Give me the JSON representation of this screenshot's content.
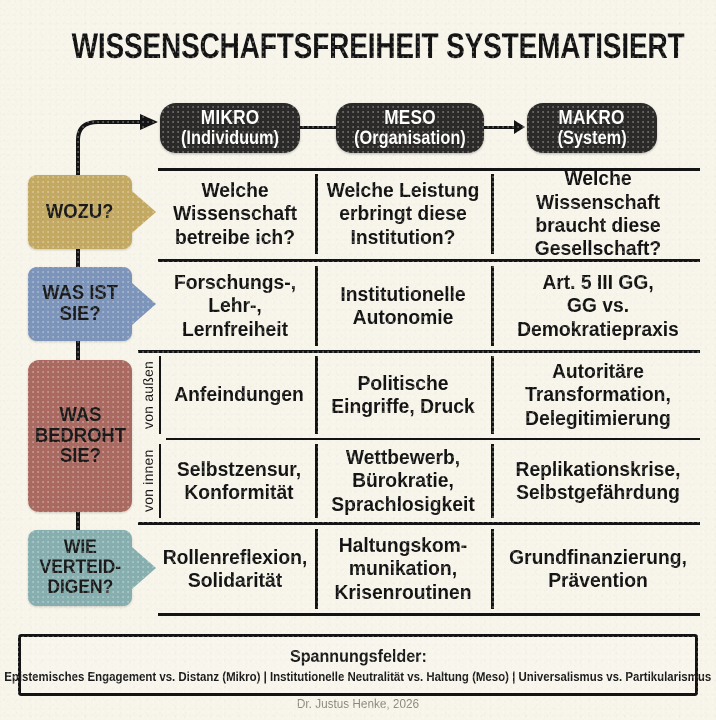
{
  "title": "WISSENSCHAFTSFREIHEIT SYSTEMATISIERT",
  "columns": [
    {
      "id": "mikro",
      "line1": "MIKRO",
      "line2": "(Individuum)"
    },
    {
      "id": "meso",
      "line1": "MESO",
      "line2": "(Organisation)"
    },
    {
      "id": "makro",
      "line1": "MAKRO",
      "line2": "(System)"
    }
  ],
  "rows": [
    {
      "id": "wozu",
      "label": "WOZU?",
      "color": "#c4a963",
      "shape": "arrow",
      "cells": [
        "Welche\nWissenschaft\nbetreibe ich?",
        "Welche Leistung\nerbringt diese\nInstitution?",
        "Welche Wissenschaft\nbraucht diese\nGesellschaft?"
      ]
    },
    {
      "id": "was-ist-sie",
      "label": "WAS IST\nSIE?",
      "color": "#7d95ba",
      "shape": "arrow",
      "cells": [
        "Forschungs-,\nLehr-,\nLernfreiheit",
        "Institutionelle\nAutonomie",
        "Art. 5 III GG,\nGG vs.\nDemokratiepraxis"
      ]
    },
    {
      "id": "was-bedroht-sie",
      "label": "WAS\nBEDROHT\nSIE?",
      "color": "#aa6a61",
      "shape": "block",
      "subrows": [
        {
          "id": "von-aussen",
          "label": "von außen",
          "cells": [
            "Anfeindungen",
            "Politische\nEingriffe, Druck",
            "Autoritäre\nTransformation,\nDelegitimierung"
          ]
        },
        {
          "id": "von-innen",
          "label": "von innen",
          "cells": [
            "Selbstzensur,\nKonformität",
            "Wettbewerb,\nBürokratie,\nSprachlosigkeit",
            "Replikationskrise,\nSelbstgefährdung"
          ]
        }
      ]
    },
    {
      "id": "wie-verteidigen",
      "label": "WIE\nVERTEID-\nDIGEN?",
      "color": "#87afaf",
      "shape": "arrow",
      "cells": [
        "Rollenreflexion,\nSolidarität",
        "Haltungskom-\nmunikation,\nKrisenroutinen",
        "Grundfinanzierung,\nPrävention"
      ]
    }
  ],
  "tension": {
    "heading": "Spannungsfelder:",
    "detail": "Epistemisches Engagement vs. Distanz (Mikro) | Institutionelle Neutralität vs. Haltung (Meso) | Universalismus vs. Partikularismus"
  },
  "credit": "Dr. Justus Henke, 2026",
  "palette": {
    "background": "#f7f4e9",
    "ink": "#141414",
    "pill": "#2b2a28",
    "gold": "#c4a963",
    "blue": "#7d95ba",
    "rust": "#aa6a61",
    "teal": "#87afaf",
    "credit_gray": "#8a877e"
  }
}
